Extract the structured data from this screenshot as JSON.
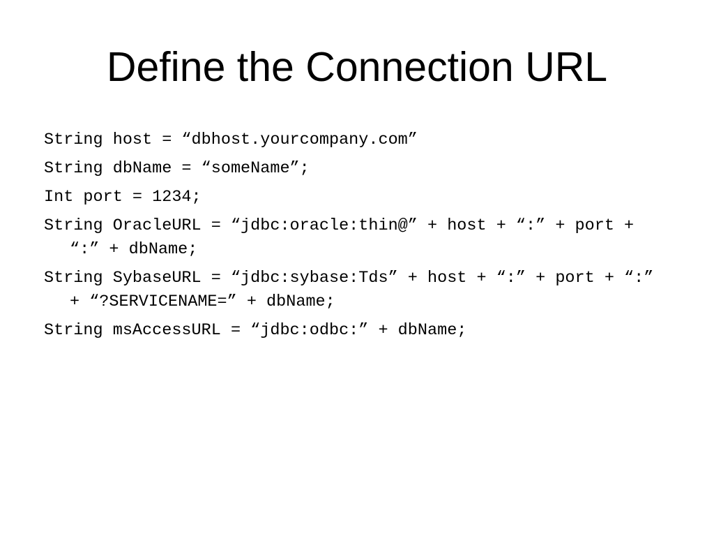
{
  "slide": {
    "title": "Define the Connection URL",
    "lines": [
      "String host = “dbhost.yourcompany.com”",
      "String dbName = “someName”;",
      "Int port = 1234;",
      "String OracleURL = “jdbc:oracle:thin@” + host + “:” + port + “:” + dbName;",
      "String SybaseURL = “jdbc:sybase:Tds” + host + “:” + port + “:” + “?SERVICENAME=” + dbName;",
      "String msAccessURL = “jdbc:odbc:” + dbName;"
    ]
  }
}
